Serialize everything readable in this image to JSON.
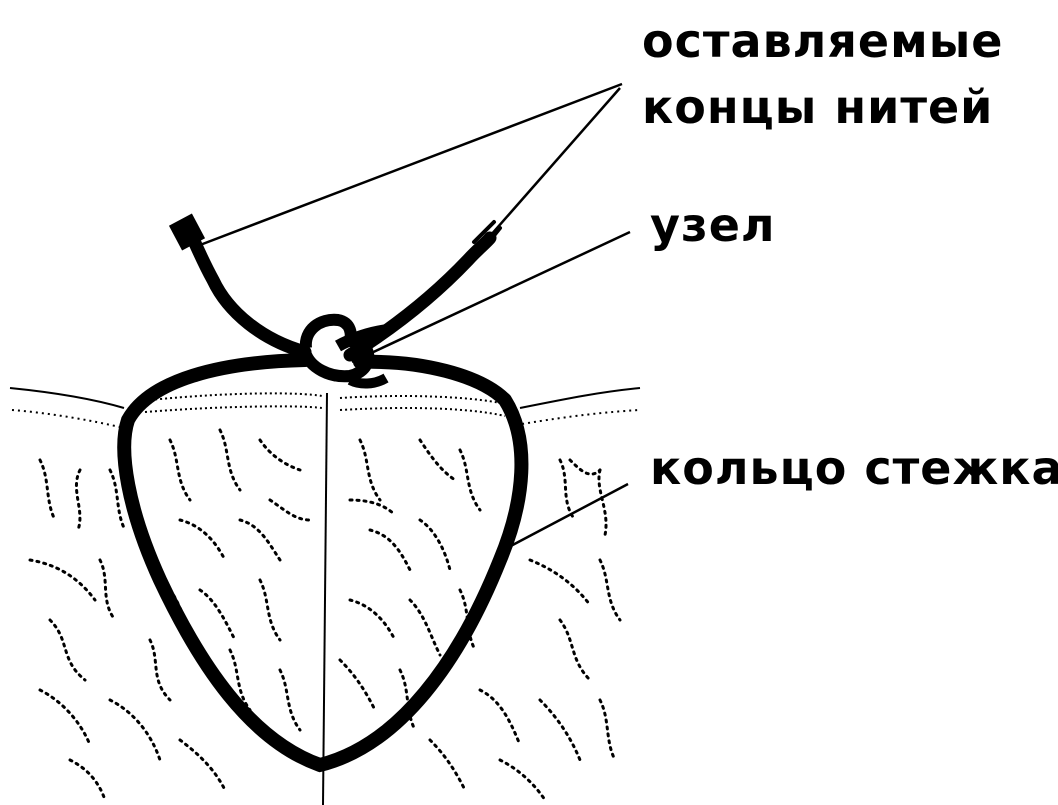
{
  "labels": {
    "thread_ends_line1": "оставляемые",
    "thread_ends_line2": "концы нитей",
    "knot": "узел",
    "stitch_ring": "кольцо стежка"
  },
  "colors": {
    "ink": "#000000",
    "background": "#ffffff"
  }
}
